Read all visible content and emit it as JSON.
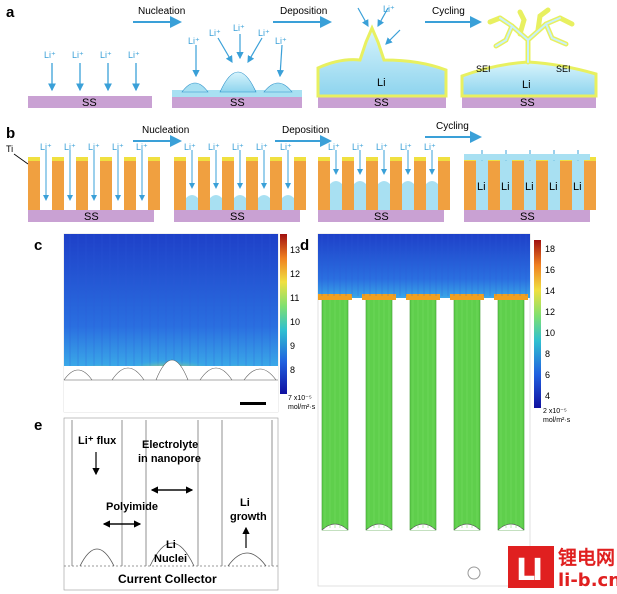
{
  "panels": {
    "a": "a",
    "b": "b",
    "c": "c",
    "d": "d",
    "e": "e"
  },
  "steps": {
    "nucleation": "Nucleation",
    "deposition": "Deposition",
    "cycling": "Cycling"
  },
  "labels": {
    "ss": "SS",
    "li": "Li",
    "li_ion": "Li⁺",
    "sei": "SEI",
    "ti": "Ti",
    "li_flux": "Li⁺ flux",
    "electrolyte_1": "Electrolyte",
    "electrolyte_2": "in nanopore",
    "polyimide": "Polyimide",
    "li_growth_1": "Li",
    "li_growth_2": "growth",
    "li_nuclei_1": "Li",
    "li_nuclei_2": "Nuclei",
    "current_collector": "Current Collector"
  },
  "colorbar_c": {
    "ticks": [
      "13",
      "12",
      "11",
      "10",
      "9",
      "8"
    ],
    "min_label": "7 x10⁻⁵",
    "unit": "mol/m²·s"
  },
  "colorbar_d": {
    "ticks": [
      "18",
      "16",
      "14",
      "12",
      "10",
      "8",
      "6",
      "4"
    ],
    "min_label": "2 x10⁻⁵",
    "unit": "mol/m²·s"
  },
  "watermark": {
    "line1": "锂电网",
    "line2": "li-b.cn"
  },
  "colors": {
    "substrate": "#c9a1d3",
    "li": "#a8e0f2",
    "pore": "#1a4fd0",
    "nanopore": "#5fcf4c",
    "ti": "#f0a040",
    "sei": "#e8f060",
    "watermark": "#e02020"
  }
}
